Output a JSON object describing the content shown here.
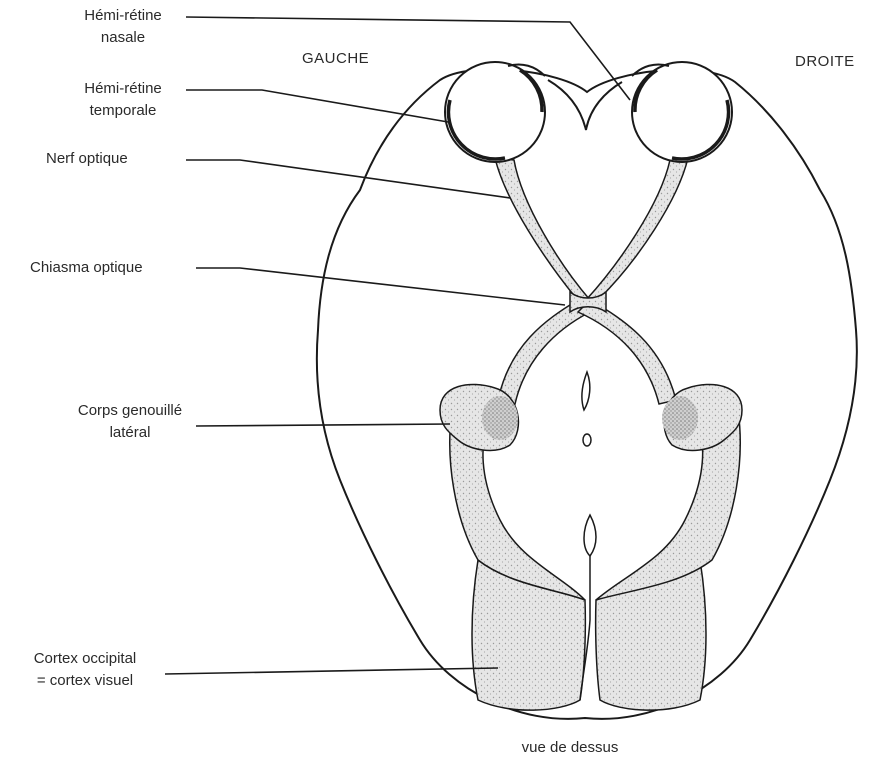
{
  "labels": {
    "hemi_nasal": [
      "Hémi-rétine",
      "nasale"
    ],
    "hemi_temporal": [
      "Hémi-rétine",
      "temporale"
    ],
    "optic_nerve": [
      "Nerf optique"
    ],
    "chiasma": [
      "Chiasma optique"
    ],
    "lgn": [
      "Corps genouillé",
      "latéral"
    ],
    "cortex": [
      "Cortex occipital",
      "= cortex visuel"
    ]
  },
  "sides": {
    "left": "GAUCHE",
    "right": "DROITE"
  },
  "caption": "vue de dessus",
  "colors": {
    "line": "#1a1a1a",
    "pathway_fill": "#e4e4e4",
    "stipple": "#9a9a9a"
  }
}
